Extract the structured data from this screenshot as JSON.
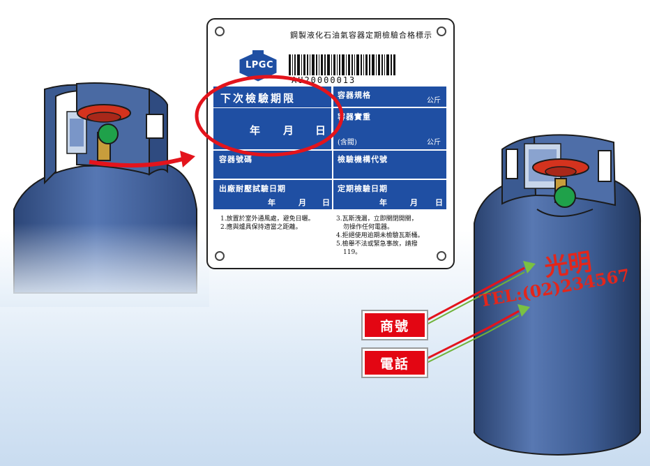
{
  "plate": {
    "title": "鋼製液化石油氣容器定期檢驗合格標示",
    "logo": "LPGC",
    "serial": "AU20000013",
    "next_inspection_label": "下次檢驗期限",
    "date_parts": [
      "年",
      "月",
      "日"
    ],
    "spec_label": "容器規格",
    "spec_unit": "公斤",
    "weight_label": "容器實重",
    "weight_note": "(含閥)",
    "weight_unit": "公斤",
    "container_no_label": "容器號碼",
    "agency_label": "檢驗機構代號",
    "factory_test_label": "出廠耐壓試驗日期",
    "periodic_test_label": "定期檢驗日期",
    "notes_left": [
      "1.放置於室外通風處，避免日曬。",
      "2.應與爐具保持適當之距離。"
    ],
    "notes_right": [
      "3.瓦斯洩漏，立即關閉開關，",
      "勿操作任何電器。",
      "4.拒絕使用逾期未檢驗瓦斯桶。",
      "5.檢舉不法或緊急事故，請撥",
      "119。"
    ]
  },
  "cylinder_right": {
    "brand_text": "光明",
    "phone_text": "TEL:(02)234567"
  },
  "callouts": {
    "brand_label": "商號",
    "phone_label": "電話"
  },
  "colors": {
    "plate_blue": "#1f4fa3",
    "cylinder_blue": "#3f5f95",
    "valve_red": "#d4331e",
    "valve_green": "#1fa14a",
    "callout_red": "#e30613",
    "highlight_red": "#e3141c"
  }
}
